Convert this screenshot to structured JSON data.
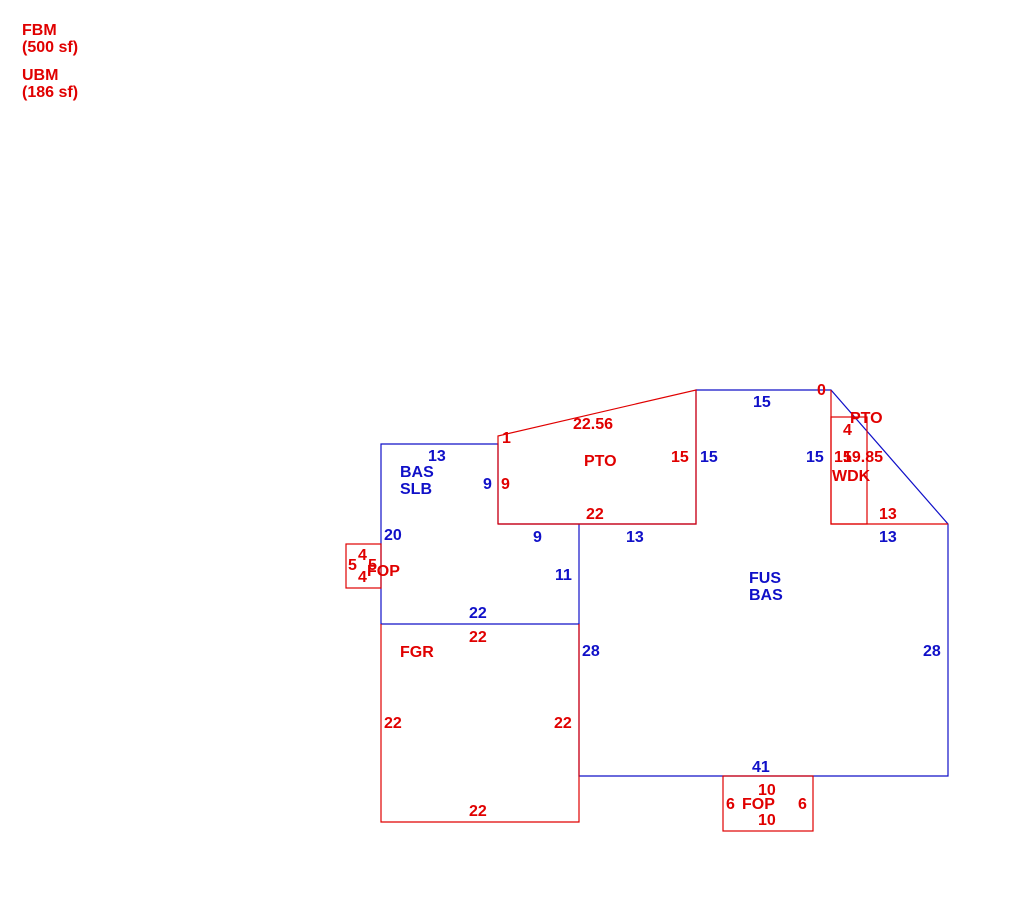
{
  "legend": {
    "fbm_code": "FBM",
    "fbm_area": "(500 sf)",
    "ubm_code": "UBM",
    "ubm_area": "(186 sf)"
  },
  "colors": {
    "red": "#e00000",
    "blue": "#1010c8"
  },
  "areas": {
    "bas_slb_line1": "BAS",
    "bas_slb_line2": "SLB",
    "pto_main": "PTO",
    "pto_right": "PTO",
    "wdk": "WDK",
    "fop_left": "FOP",
    "fgr": "FGR",
    "fus_line1": "FUS",
    "fus_line2": "BAS",
    "fop_bottom": "FOP"
  },
  "dims": {
    "d13_top_bas": "13",
    "d9_bas_right": "9",
    "d9_pto_left": "9",
    "d1_pto": "1",
    "d22_56": "22.56",
    "d15_pto_right": "15",
    "d15_fus_left": "15",
    "d15_fus_top": "15",
    "d0": "0",
    "d4_wdk": "4",
    "d15_fus_right": "15",
    "d15_wdk": "15",
    "d19_85": "19.85",
    "d13_pto2": "13",
    "d13_fus_right_top": "13",
    "d22_pto_bottom": "22",
    "d9_bas_bottom": "9",
    "d13_fus_top_left": "13",
    "d20": "20",
    "d4_fop_top": "4",
    "d5_fop_left": "5",
    "d5_fop_right": "5",
    "d4_fop_bottom": "4",
    "d11": "11",
    "d22_bas_bottom": "22",
    "d22_fgr_top": "22",
    "d28_left": "28",
    "d28_right": "28",
    "d22_fgr_left": "22",
    "d22_fgr_right": "22",
    "d22_fgr_bottom": "22",
    "d41": "41",
    "d10_fop_top": "10",
    "d6_fop_left": "6",
    "d6_fop_right": "6",
    "d10_fop_bottom": "10"
  }
}
